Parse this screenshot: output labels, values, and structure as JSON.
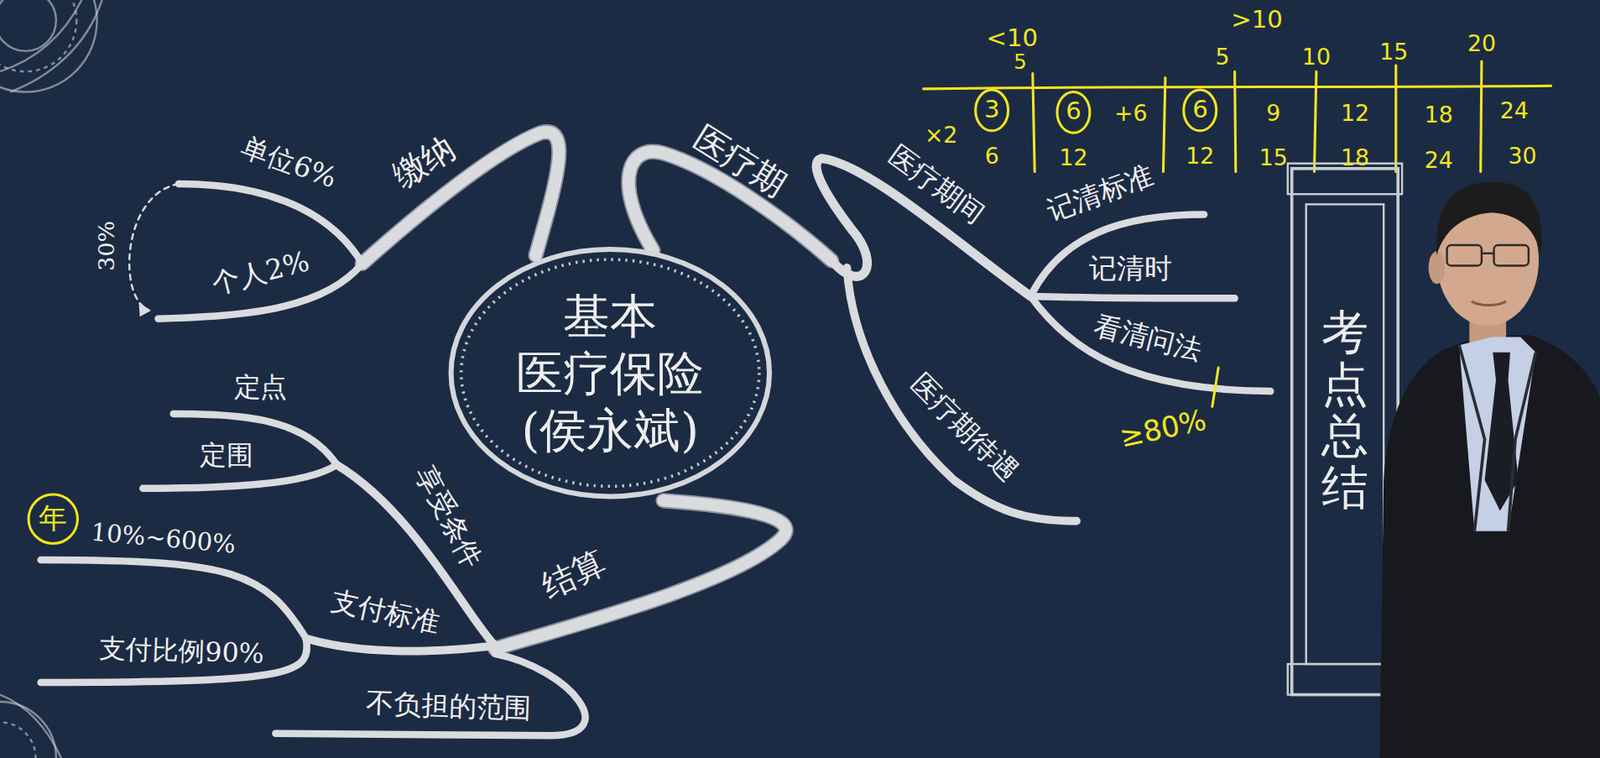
{
  "diagram": {
    "nodes": [
      {
        "text": [
          "基本 医疗保险 (侯永斌)"
        ]
      }
    ],
    "labels": [
      "<10",
      "5",
      ">10",
      "5",
      "10",
      "15",
      "20",
      "×2",
      "3",
      "6",
      "+6",
      "6",
      "9",
      "12",
      "18",
      "24",
      "6",
      "12",
      "12",
      "15",
      "18",
      "24",
      "30",
      "单位6%",
      "缴纳",
      "30%",
      "个人2%",
      "医疗期",
      "医疗期间",
      "记清标准",
      "记清时",
      "看清问法",
      "≥80%",
      "医疗期待遇",
      "考点总结",
      "定点",
      "享受条件",
      "定围",
      "年",
      "10%~600%",
      "结算",
      "支付标准",
      "支付比例90%",
      "不负担的范围"
    ]
  }
}
